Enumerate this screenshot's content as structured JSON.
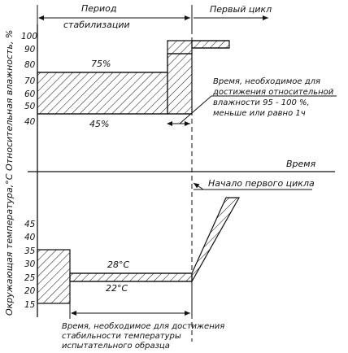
{
  "header": {
    "period_label_line1": "Период",
    "period_label_line2": "стабилизации",
    "first_cycle_label": "Первый цикл"
  },
  "humidity_axis": {
    "title": "Относительная влажность, %",
    "ticks": [
      "100",
      "90",
      "80",
      "70",
      "60",
      "50",
      "40"
    ]
  },
  "temperature_axis": {
    "title": "Окружающая температура,°С",
    "ticks": [
      "45",
      "40",
      "35",
      "30",
      "25",
      "20",
      "15"
    ]
  },
  "time_axis_label": "Время",
  "humidity_band": {
    "upper_label": "75%",
    "lower_label": "45%"
  },
  "temperature_band": {
    "upper_label": "28°С",
    "lower_label": "22°С"
  },
  "annotations": {
    "humidity_note_line1": "Время, необходимое для",
    "humidity_note_line2": "достижения относительной",
    "humidity_note_line3": "влажности 95 - 100 %,",
    "humidity_note_line4": "меньше или равно 1ч",
    "first_cycle_start": "Начало первого цикла",
    "temp_note_line1": "Время, необходимое для достижения",
    "temp_note_line2": "стабильности температуры",
    "temp_note_line3": "испытательного образца"
  }
}
